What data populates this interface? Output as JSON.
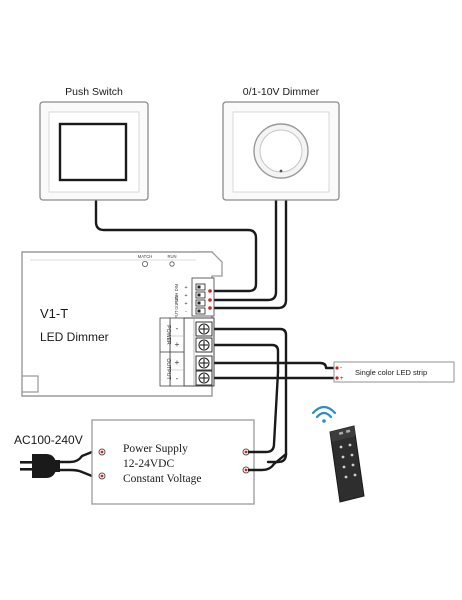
{
  "push_switch": {
    "label": "Push Switch"
  },
  "dimmer_0_10v": {
    "label": "0/1-10V Dimmer"
  },
  "controller": {
    "model": "V1-T",
    "name": "LED Dimmer",
    "indicator_labels": [
      "MATCH",
      "RUN"
    ],
    "terminal_groups": [
      {
        "label": "PUSH DIM",
        "signs": [
          "+",
          "+"
        ]
      },
      {
        "label": "INPUT 0/1-10V",
        "signs": [
          "+",
          "-"
        ]
      },
      {
        "label": "POWER",
        "signs": [
          "-",
          "+"
        ]
      },
      {
        "label": "OUTPUT",
        "signs": [
          "+",
          "-"
        ]
      }
    ]
  },
  "led_strip": {
    "label": "Single color LED strip",
    "minus": "-",
    "plus": "+"
  },
  "ac_input": {
    "label": "AC100-240V"
  },
  "power_supply": {
    "line1": "Power Supply",
    "line2": "12-24VDC",
    "line3": "Constant Voltage"
  },
  "colors": {
    "wire": "#1a1a1a",
    "outline": "#9a9a9a",
    "dot_red": "#d62020",
    "wifi": "#2b8ec8",
    "remote": "#2c2c2c"
  },
  "icons": [
    "wifi-icon",
    "remote-control-icon",
    "power-plug-icon"
  ]
}
